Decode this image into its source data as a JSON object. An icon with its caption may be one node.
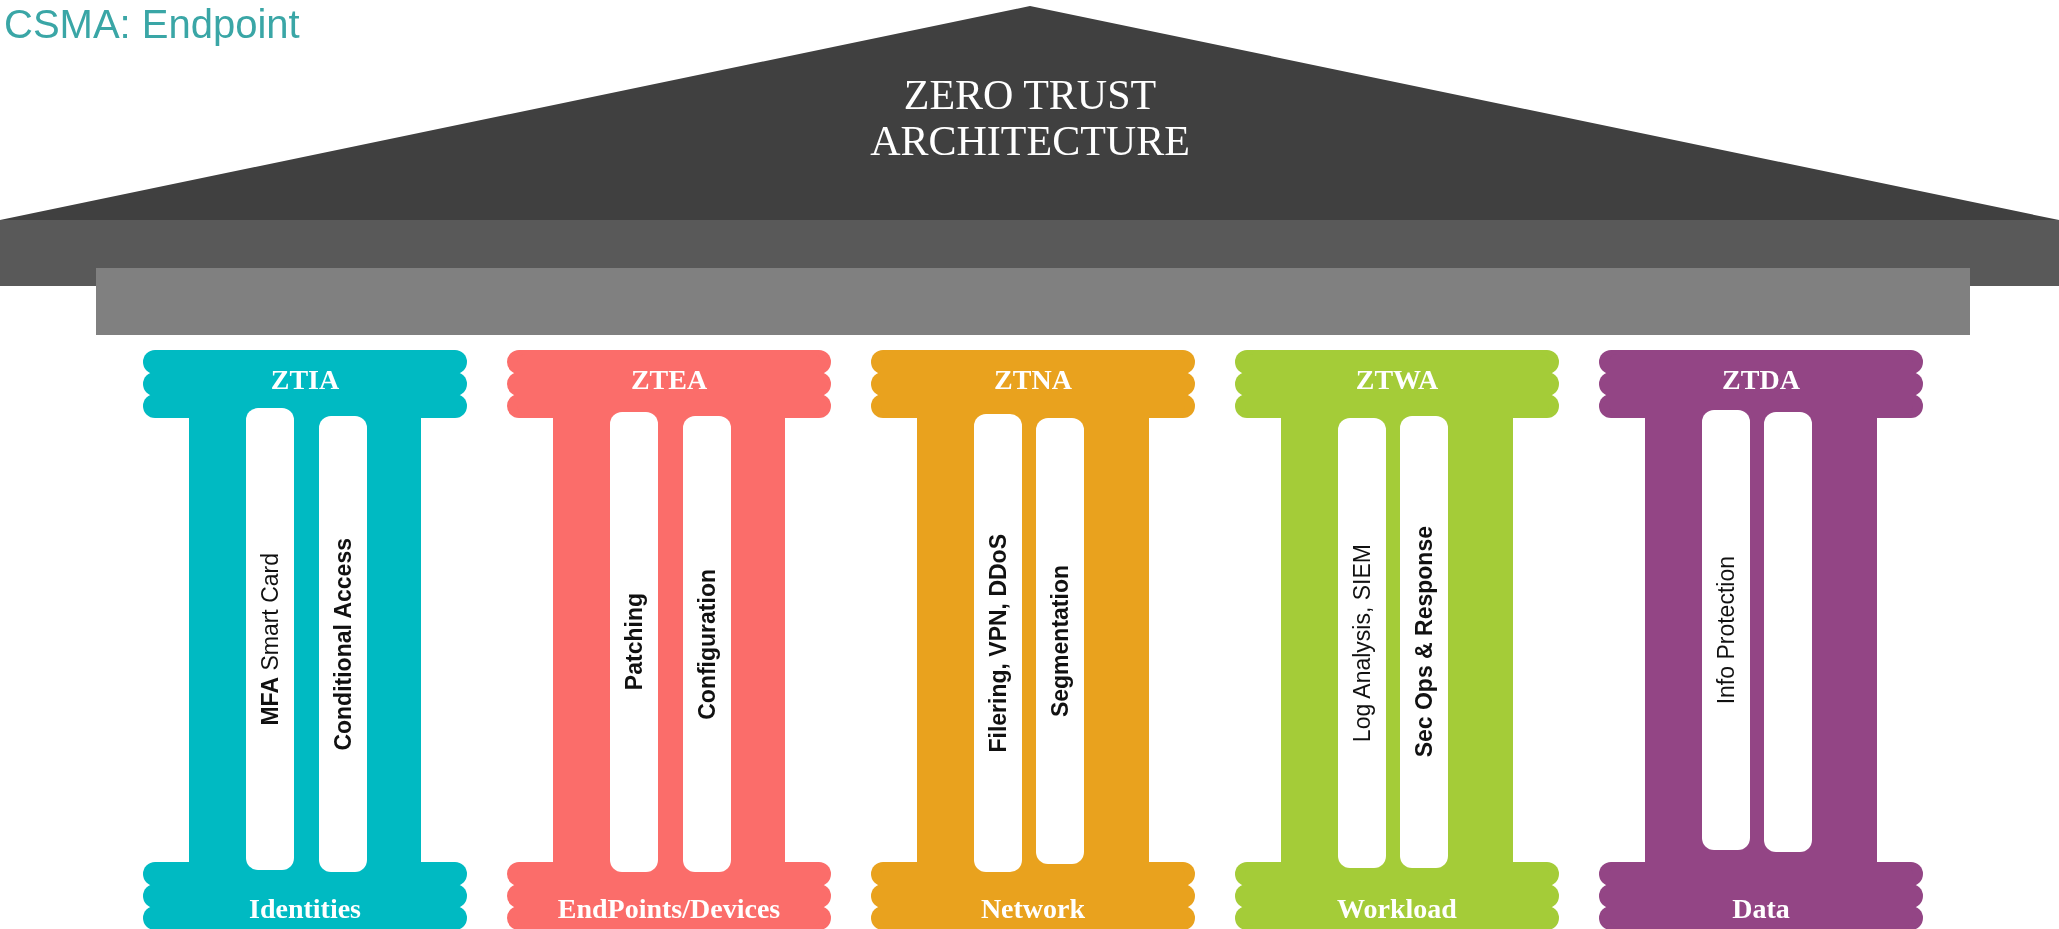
{
  "diagram": {
    "title": "CSMA: Endpoint",
    "nodes": [
      {
        "text": [
          "ZERO TRUST ARCHITECTURE"
        ]
      },
      {
        "text": [
          "ZTIA",
          "Identities"
        ]
      },
      {
        "text": [
          "**MFA** Smart Card"
        ],
        "in": 1
      },
      {
        "text": [
          "Conditional Access"
        ],
        "in": 1
      },
      {
        "text": [
          "ZTEA",
          "EndPoints/Devices"
        ]
      },
      {
        "text": [
          "Patching"
        ],
        "in": 4
      },
      {
        "text": [
          "Configuration"
        ],
        "in": 4
      },
      {
        "text": [
          "ZTNA",
          "Network"
        ]
      },
      {
        "text": [
          "Filering, VPN, DDoS"
        ],
        "in": 7
      },
      {
        "text": [
          "Segmentation"
        ],
        "in": 7
      },
      {
        "text": [
          "ZTWA",
          "Workload"
        ]
      },
      {
        "text": [
          "Log Analysis, SIEM"
        ],
        "in": 10
      },
      {
        "text": [
          "Sec Ops & Response"
        ],
        "in": 10
      },
      {
        "text": [
          "ZTDA",
          "Data"
        ]
      },
      {
        "text": [
          "Info Protection"
        ],
        "in": 13
      },
      {
        "text": [],
        "shape": "box",
        "in": 13
      }
    ]
  }
}
